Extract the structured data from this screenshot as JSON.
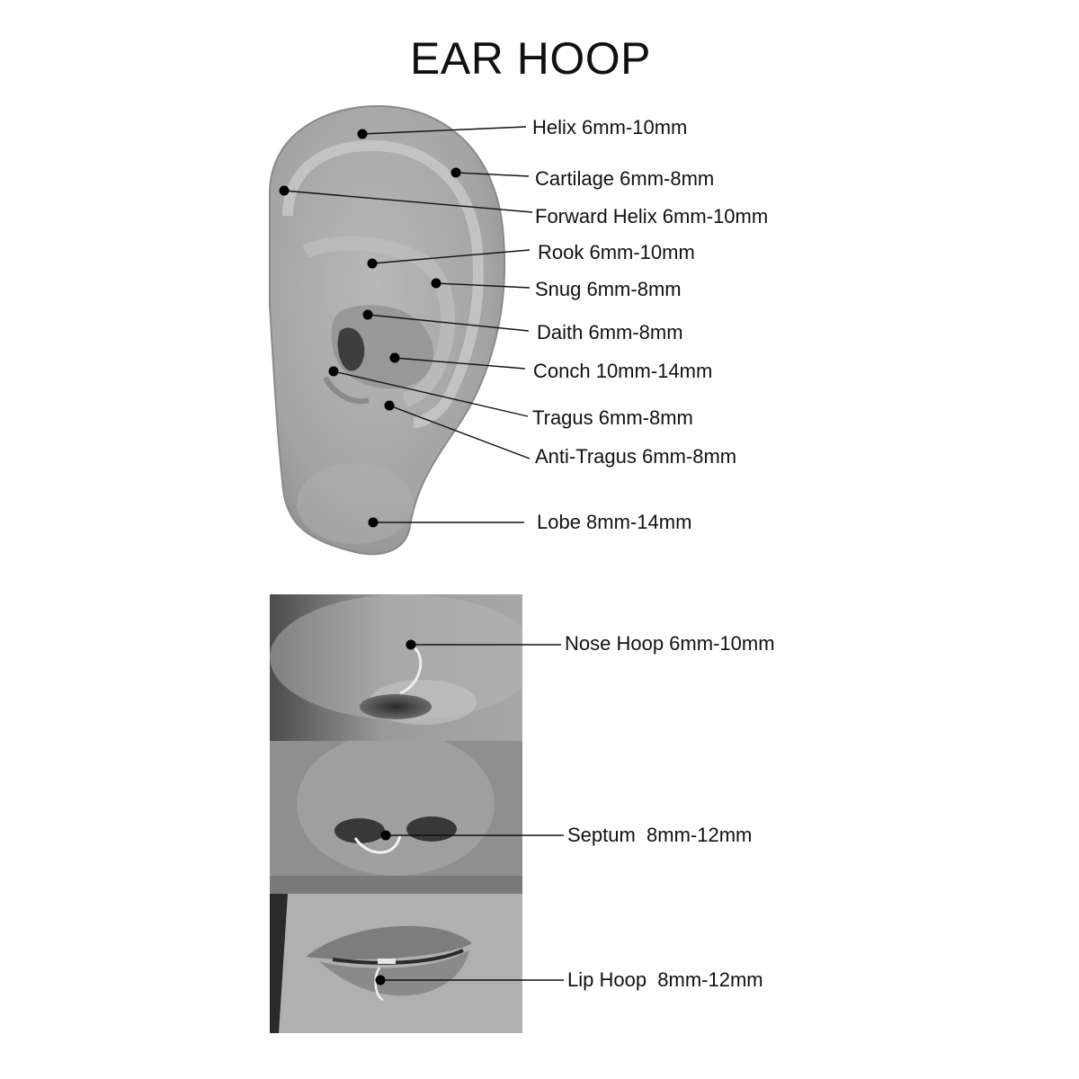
{
  "title": "EAR HOOP",
  "ear_labels": [
    "Helix 6mm-10mm",
    "Cartilage 6mm-8mm",
    "Forward Helix 6mm-10mm",
    "Rook 6mm-10mm",
    "Snug 6mm-8mm",
    "Daith 6mm-8mm",
    "Conch 10mm-14mm",
    "Tragus 6mm-8mm",
    "Anti-Tragus 6mm-8mm",
    "Lobe 8mm-14mm"
  ],
  "face_labels": [
    "Nose Hoop 6mm-10mm",
    "Septum  8mm-12mm",
    "Lip Hoop  8mm-12mm"
  ]
}
